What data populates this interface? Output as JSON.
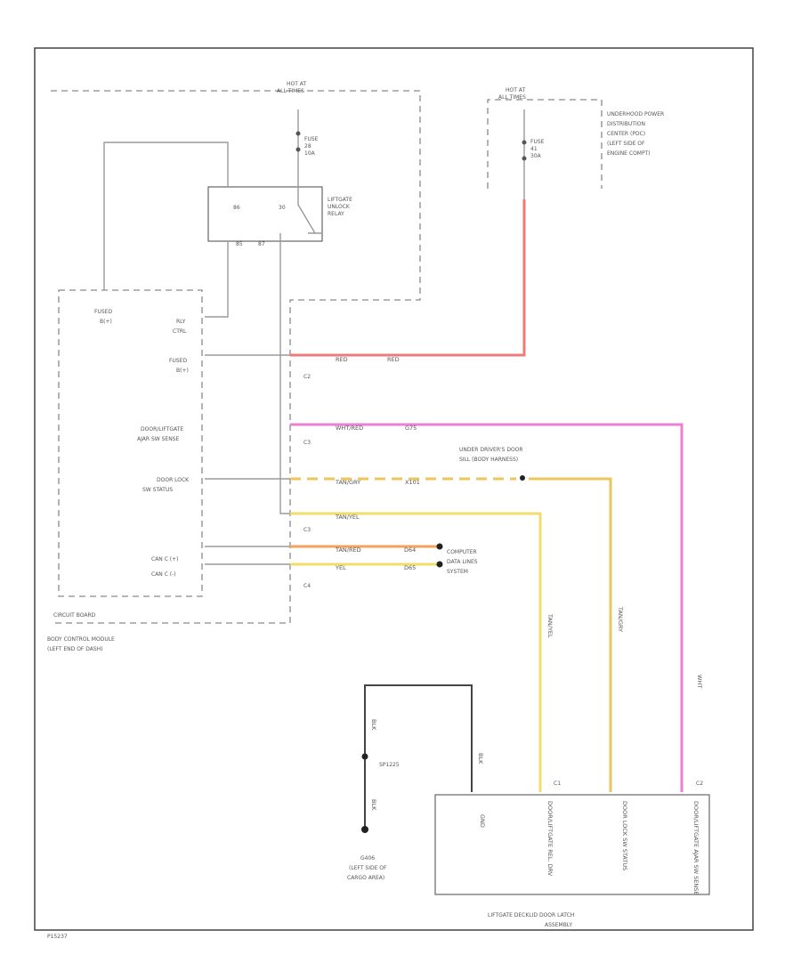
{
  "colors": {
    "red": "#f07a7a",
    "pink": "#ec7fd2",
    "yellow": "#f3dc6a",
    "orange_yellow": "#ecc55e",
    "orange": "#f4a15d",
    "gray": "#9a9a9a",
    "black": "#444444"
  },
  "labels": {
    "hot1": [
      "HOT AT",
      "ALL TIMES"
    ],
    "hot2": [
      "HOT AT",
      "ALL TIMES"
    ],
    "fuse1": [
      "FUSE",
      "28",
      "10A"
    ],
    "fuse2": [
      "FUSE",
      "41",
      "30A"
    ],
    "relay": [
      "LIFTGATE",
      "UNLOCK",
      "RELAY"
    ],
    "relay_pins": [
      "86",
      "30",
      "85",
      "87"
    ],
    "underhood": [
      "UNDERHOOD POWER",
      "DISTRIBUTION",
      "CENTER (PDC)",
      "(LEFT SIDE OF",
      "ENGINE COMPT)"
    ],
    "bcm_pins": {
      "fused_bplus_1": [
        "FUSED",
        "B(+)"
      ],
      "rly_ctrl": [
        "RLY",
        "CTRL"
      ],
      "fused_bplus_2": [
        "FUSED",
        "B(+)"
      ],
      "dcaj_sense": [
        "DOOR/LIFTGATE",
        "AJAR SW SENSE"
      ],
      "door_lock": [
        "DOOR LOCK",
        "SW STATUS"
      ],
      "can_plus": "CAN C (+)",
      "can_minus": "CAN C (-)"
    },
    "connectors": [
      "C2",
      "C3",
      "C3",
      "C4",
      "C1",
      "C2"
    ],
    "wire_codes": {
      "red_row": [
        "RED",
        "RED"
      ],
      "pink_row": [
        "WHT/RED",
        "G75"
      ],
      "dash_row": [
        "TAN/GRY",
        "X101"
      ],
      "yellow_row": "TAN/YEL",
      "can_plus": [
        "TAN/RED",
        "D64"
      ],
      "can_minus": [
        "YEL",
        "D65"
      ],
      "vertical_1": "TAN/YEL",
      "vertical_2": "TAN/GRY",
      "vertical_3": "WHT",
      "blk_1": "BLK",
      "blk_2": "BLK",
      "blk_3": "BLK"
    },
    "under_door": [
      "UNDER DRIVER'S DOOR",
      "SILL (BODY HARNESS)"
    ],
    "computer": [
      "COMPUTER",
      "DATA LINES",
      "SYSTEM"
    ],
    "circuit_board": "CIRCUIT BOARD",
    "bcm": [
      "BODY CONTROL MODULE",
      "(LEFT END OF DASH)"
    ],
    "splice": "SP1225",
    "ground": [
      "G406",
      "(LEFT SIDE OF",
      "CARGO AREA)"
    ],
    "latch_pins": [
      "GND",
      "DOOR/LIFTGATE REL. DRV",
      "DOOR LOCK SW STATUS",
      "DOOR/LIFTGATE AJAR SW SENSE"
    ],
    "latch": [
      "LIFTGATE DECKLID DOOR LATCH",
      "ASSEMBLY"
    ],
    "footer": "P15237"
  }
}
